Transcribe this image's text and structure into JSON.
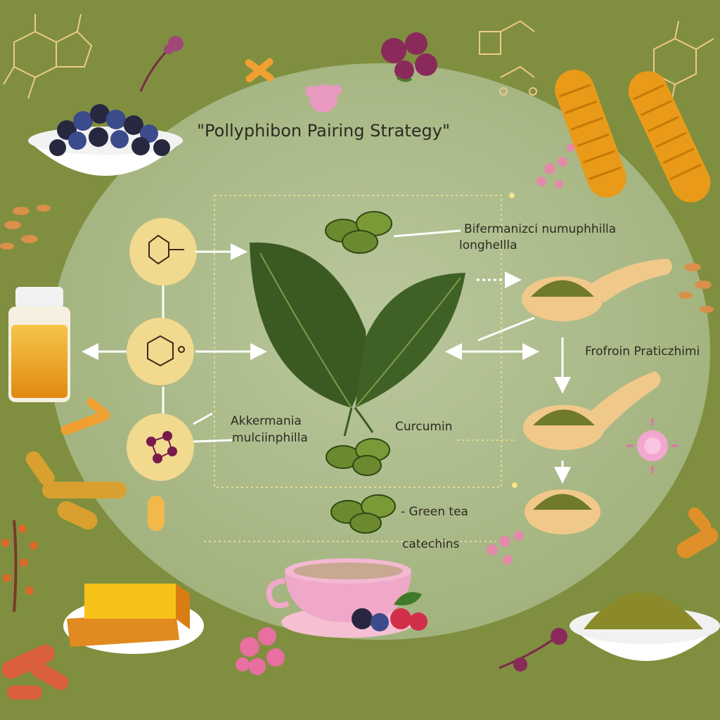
{
  "title": "\"Pollyphibon Pairing Strategy\"",
  "labels": {
    "bifidobacterium_line1": "Bifermanizci numuphhilla",
    "bifidobacterium_line2": "longhellla",
    "fructo": "Frofroin Praticzhimi",
    "akkermansia_line1": "Akkermania",
    "akkermansia_line2": "mulciinphilla",
    "curcumin": "Curcumin",
    "green_tea_line1": "- Green tea",
    "green_tea_line2": "catechins"
  },
  "colors": {
    "background": "#7f8f3f",
    "central_circle": "#b9c8a0",
    "leaf": "#3f5f25",
    "bean": "#6f8f35",
    "molecule_node": "#f1d98e",
    "powder": "#7a7a2a",
    "spoon": "#f0c98a",
    "pink_accent": "#e89ac0"
  },
  "icons": [
    "molecule-icon",
    "leaf-icon",
    "bean-icon",
    "spoon-icon",
    "teacup-icon",
    "berry-bowl-icon",
    "honey-jar-icon",
    "cheese-plate-icon",
    "powder-bowl-icon",
    "turmeric-root-icon"
  ]
}
